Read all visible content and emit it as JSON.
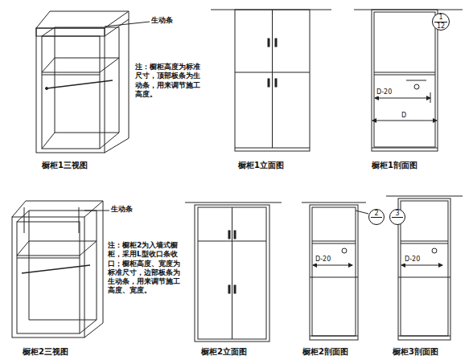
{
  "diagram": {
    "nodes": [
      {
        "text": [
          "1",
          "12"
        ]
      },
      {
        "text": [
          "2"
        ]
      },
      {
        "text": [
          "3"
        ]
      }
    ],
    "labels": [
      "生动条",
      "注：橱柜高度为标准尺寸，顶部板条为生动条，用来调节施工高度。",
      "橱柜1三视图",
      "橱柜1立面图",
      "D-20",
      "D",
      "橱柜1剖面图",
      "生动条",
      "注：橱柜2为入墙式橱柜，采用L型收口条收口；橱柜高度、宽度为标准尺寸，边部板条为生动条，用来调节施工高度、宽度。",
      "橱柜2三视图",
      "橱柜2立面图",
      "D-20",
      "橱柜2剖面图",
      "D-20",
      "橱柜3剖面图"
    ]
  }
}
